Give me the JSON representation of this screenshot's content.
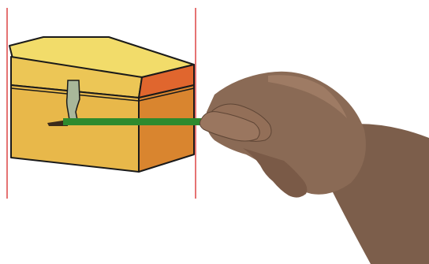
{
  "scene": {
    "description_items": [
      "treasure-chest",
      "measuring-rod",
      "hand",
      "guide-lines"
    ],
    "colors": {
      "background": "#ffffff",
      "guide_line": "#e57373",
      "chest_top": "#f2dc6a",
      "chest_front": "#e8b84a",
      "chest_side": "#d9852f",
      "chest_side_top": "#e0662e",
      "chest_outline": "#1a1a1a",
      "latch": "#a9b79a",
      "rod": "#2e8a2e",
      "skin": "#8a6a55",
      "skin_shadow": "#5e4535"
    }
  }
}
